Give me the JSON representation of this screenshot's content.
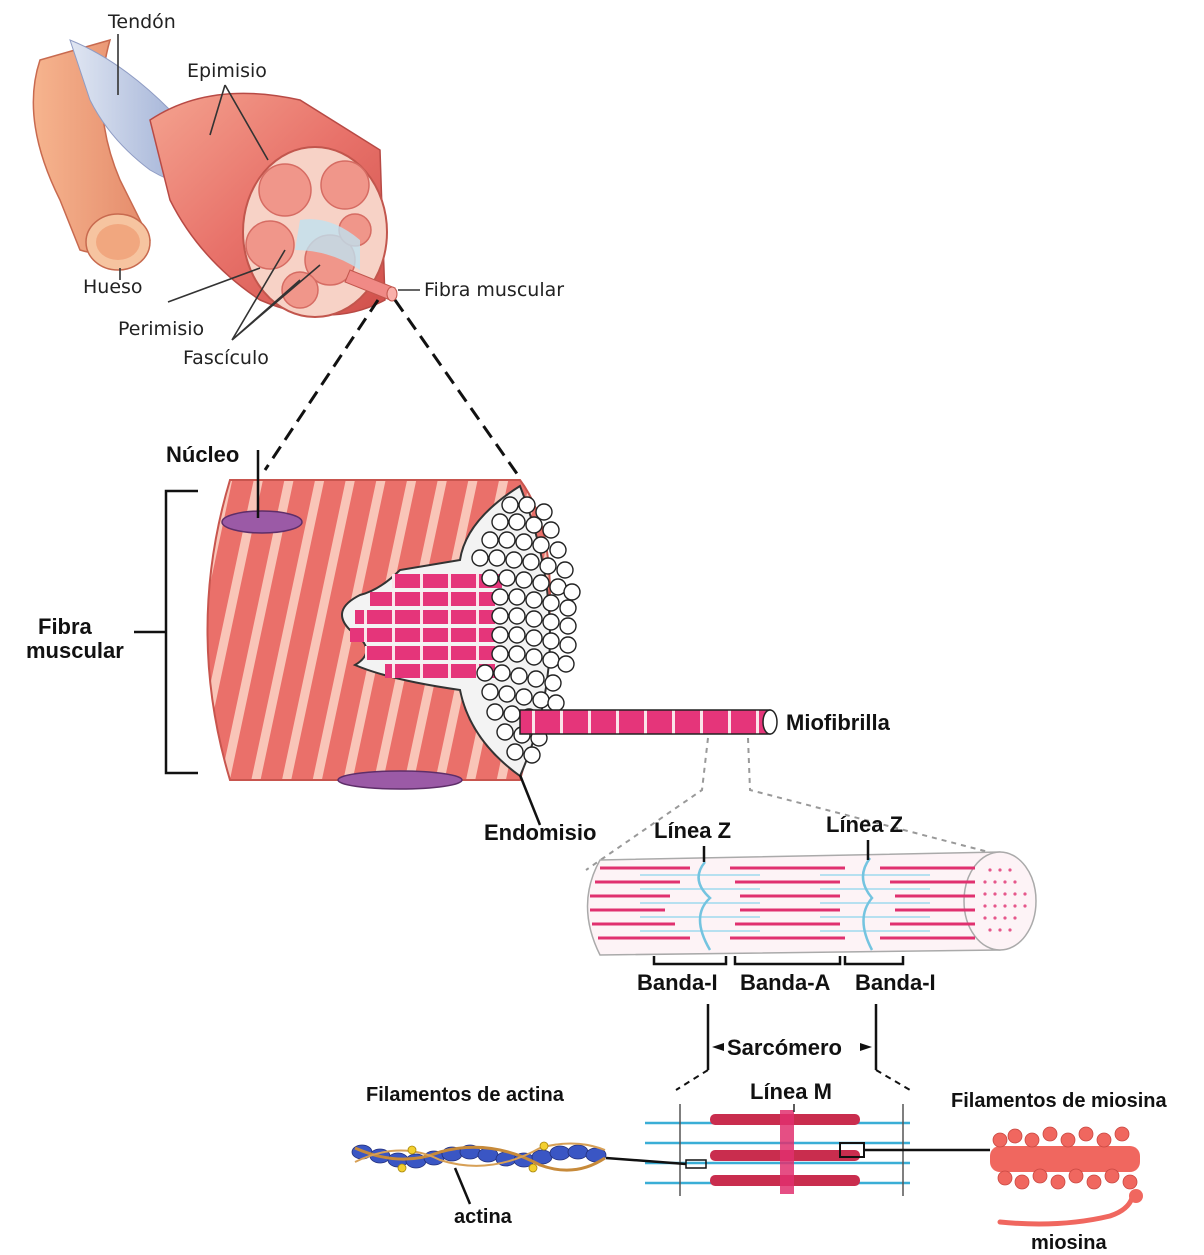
{
  "labels": {
    "tendon": "Tendón",
    "epimisio": "Epimisio",
    "hueso": "Hueso",
    "perimisio": "Perimisio",
    "fasciculo": "Fascículo",
    "fibra_muscular_small": "Fibra muscular",
    "nucleo": "Núcleo",
    "fibra_muscular_line1": "Fibra",
    "fibra_muscular_line2": "muscular",
    "miofibrilla": "Miofibrilla",
    "endomisio": "Endomisio",
    "linea_z_left": "Línea Z",
    "linea_z_right": "Línea Z",
    "banda_i_left": "Banda-I",
    "banda_a": "Banda-A",
    "banda_i_right": "Banda-I",
    "sarcomero": "Sarcómero",
    "linea_m": "Línea M",
    "filamentos_actina": "Filamentos de actina",
    "filamentos_miosina": "Filamentos de miosina",
    "actina": "actina",
    "miosina": "miosina"
  },
  "colors": {
    "muscle": "#e8726a",
    "muscle_stripe": "#f7c2b6",
    "myofibril_pink": "#e0306f",
    "nucleus": "#9b5aa6",
    "z_line_blue": "#9fd9ee",
    "actin_blue": "#3a56c4",
    "myosin_red": "#c92d4e",
    "myosin_light": "#f0675f"
  }
}
